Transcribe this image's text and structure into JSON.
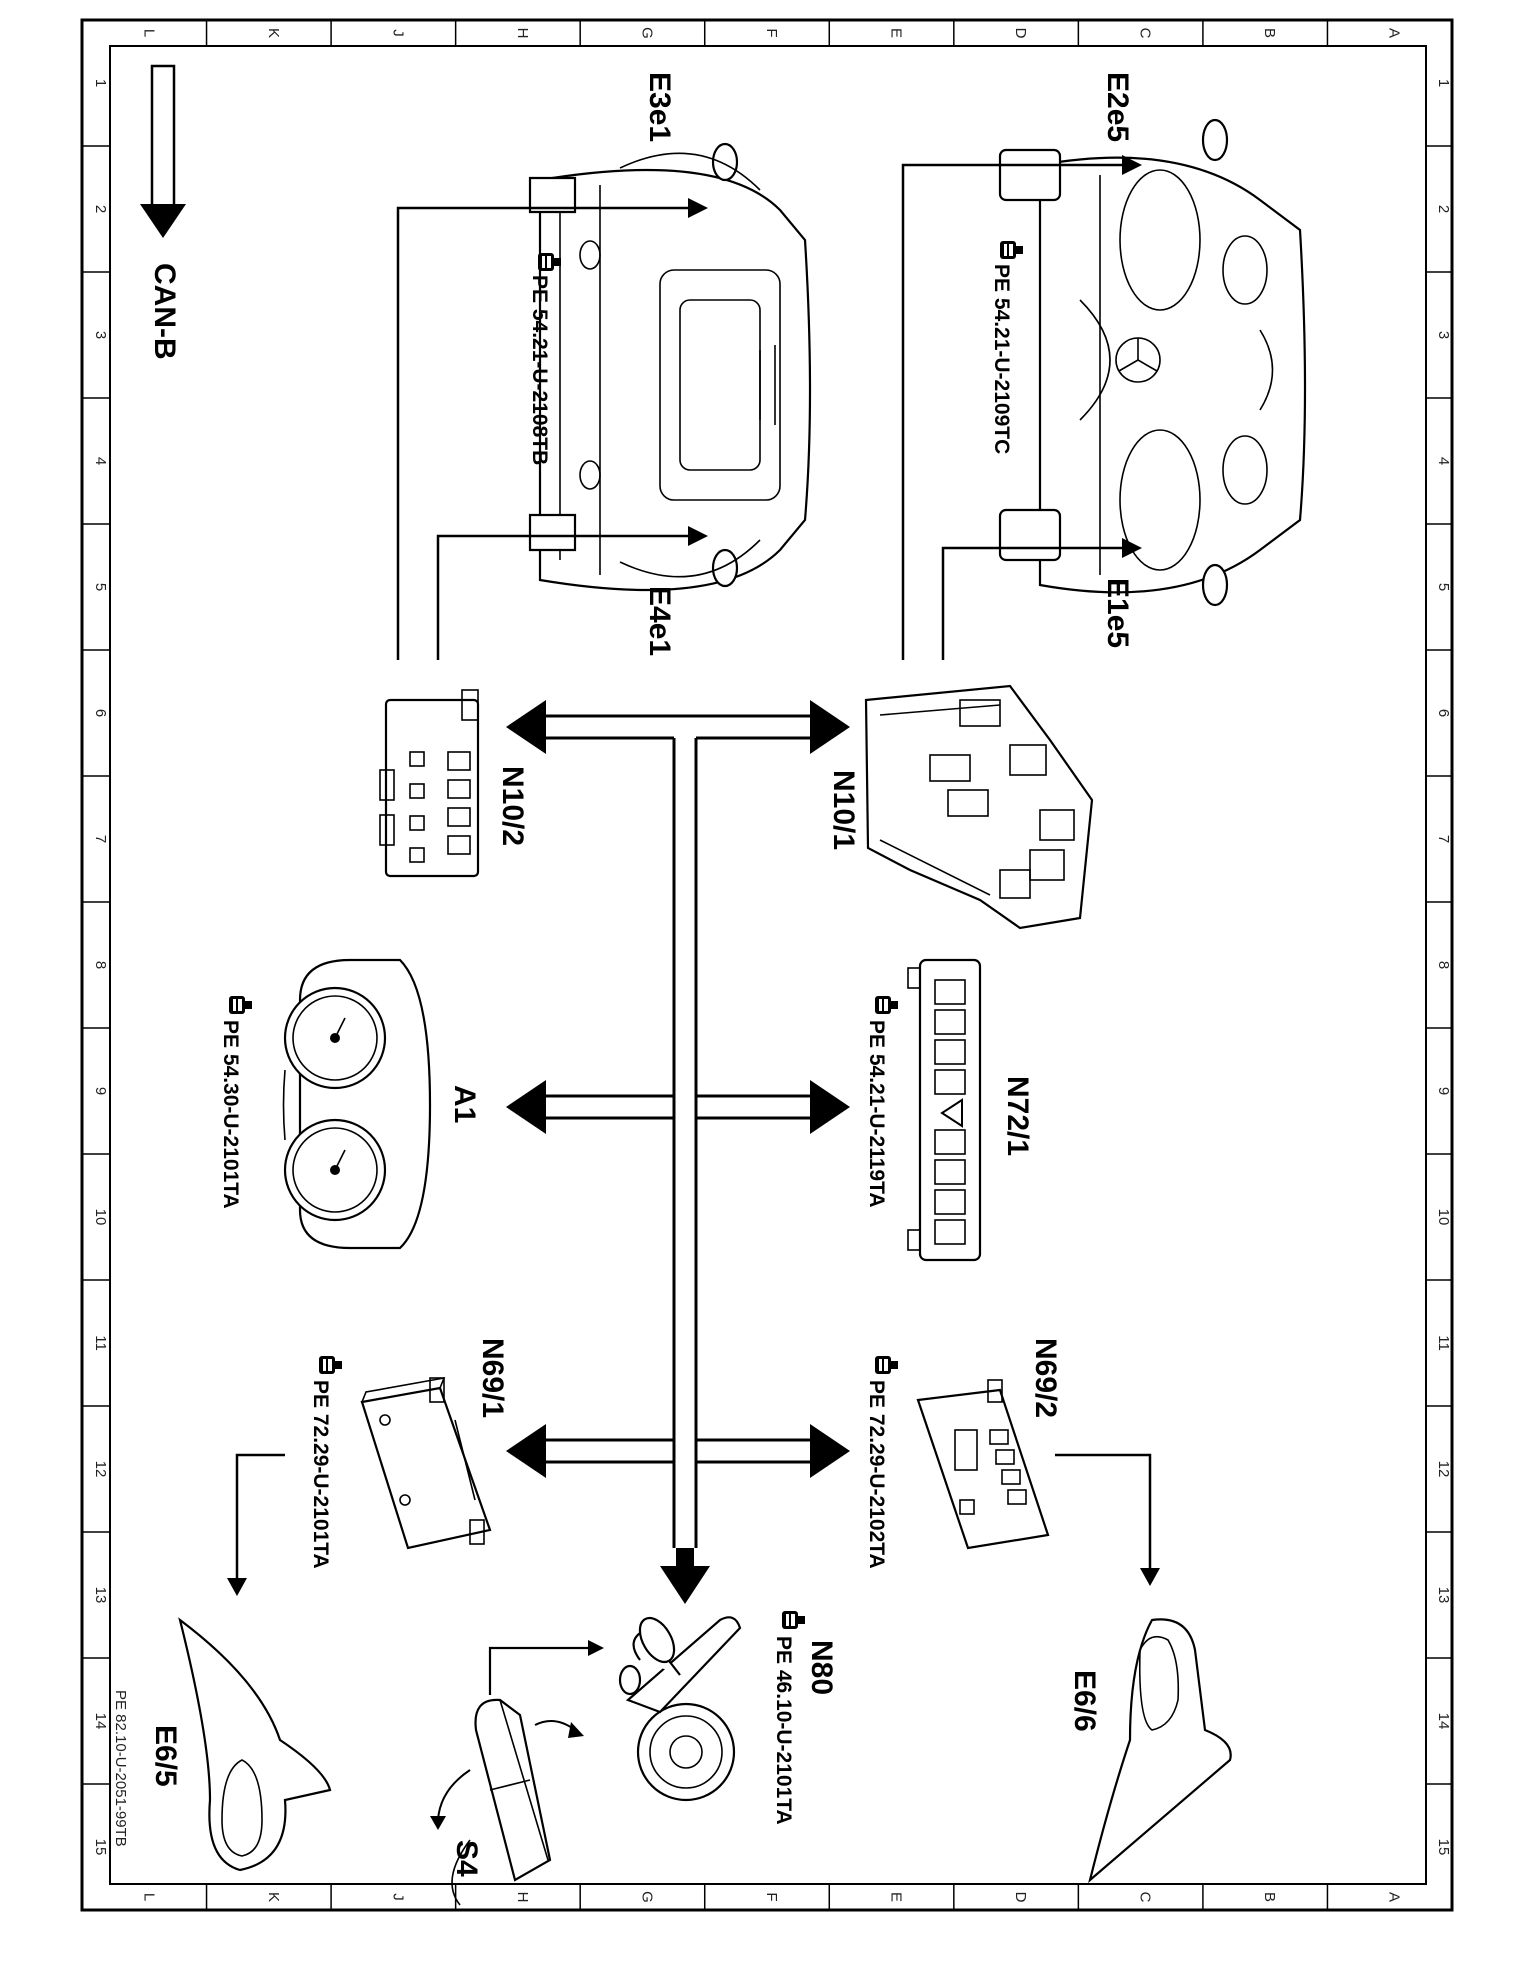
{
  "bus": {
    "label": "CAN-B"
  },
  "frame": {
    "row_numbers": [
      "1",
      "2",
      "3",
      "4",
      "5",
      "6",
      "7",
      "8",
      "9",
      "10",
      "11",
      "12",
      "13",
      "14",
      "15"
    ],
    "column_letters": [
      "L",
      "K",
      "J",
      "H",
      "G",
      "F",
      "E",
      "D",
      "C",
      "B",
      "A"
    ]
  },
  "components": {
    "e3e1": {
      "label": "E3e1"
    },
    "e4e1": {
      "label": "E4e1"
    },
    "e2e5": {
      "label": "E2e5"
    },
    "e1e5": {
      "label": "E1e5"
    },
    "n10_2": {
      "label": "N10/2"
    },
    "n10_1": {
      "label": "N10/1"
    },
    "a1": {
      "label": "A1"
    },
    "n72_1": {
      "label": "N72/1"
    },
    "n69_1": {
      "label": "N69/1"
    },
    "n69_2": {
      "label": "N69/2"
    },
    "n80": {
      "label": "N80"
    },
    "s4": {
      "label": "S4"
    },
    "e6_5": {
      "label": "E6/5"
    },
    "e6_6": {
      "label": "E6/6"
    }
  },
  "references": {
    "rear": "PE  54.21-U-2108TB",
    "front": "PE  54.21-U-2109TC",
    "a1": "PE  54.30-U-2101TA",
    "n72_1": "PE  54.21-U-2119TA",
    "n69_1": "PE  72.29-U-2101TA",
    "n69_2": "PE  72.29-U-2102TA",
    "n80": "PE  46.10-U-2101TA"
  },
  "document_number": "PE 82.10-U-2051-99TB",
  "icons": [
    "arrow-down-icon",
    "pointing-hand-icon"
  ]
}
